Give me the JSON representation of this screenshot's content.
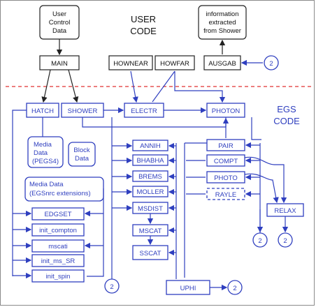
{
  "titles": {
    "user_code": [
      "USER",
      "CODE"
    ],
    "egs_code": [
      "EGS",
      "CODE"
    ]
  },
  "user_boxes": {
    "control": [
      "User",
      "Control",
      "Data"
    ],
    "main": "MAIN",
    "hownear": "HOWNEAR",
    "howfar": "HOWFAR",
    "ausgab": "AUSGAB",
    "info": [
      "information",
      "extracted",
      "from Shower"
    ]
  },
  "egs_boxes": {
    "hatch": "HATCH",
    "shower": "SHOWER",
    "electr": "ELECTR",
    "photon": "PHOTON",
    "media_pegs": [
      "Media",
      "Data",
      "(PEGS4)"
    ],
    "block": [
      "Block",
      "Data"
    ],
    "media_egsnrc": [
      "Media Data",
      "(EGSnrc extensions)"
    ],
    "edgset": "EDGSET",
    "init_compton": "init_compton",
    "mscati": "mscati",
    "init_ms_sr": "init_ms_SR",
    "init_spin": "init_spin",
    "annih": "ANNIH",
    "bhabha": "BHABHA",
    "brems": "BREMS",
    "moller": "MOLLER",
    "msdist": "MSDIST",
    "mscat": "MSCAT",
    "sscat": "SSCAT",
    "pair": "PAIR",
    "compt": "COMPT",
    "photo": "PHOTO",
    "rayle": "RAYLE",
    "relax": "RELAX",
    "uphi": "UPHI"
  },
  "connector_label": "2",
  "colors": {
    "egs": "#2f3fbf",
    "user": "#222222",
    "divider": "#e03030"
  }
}
